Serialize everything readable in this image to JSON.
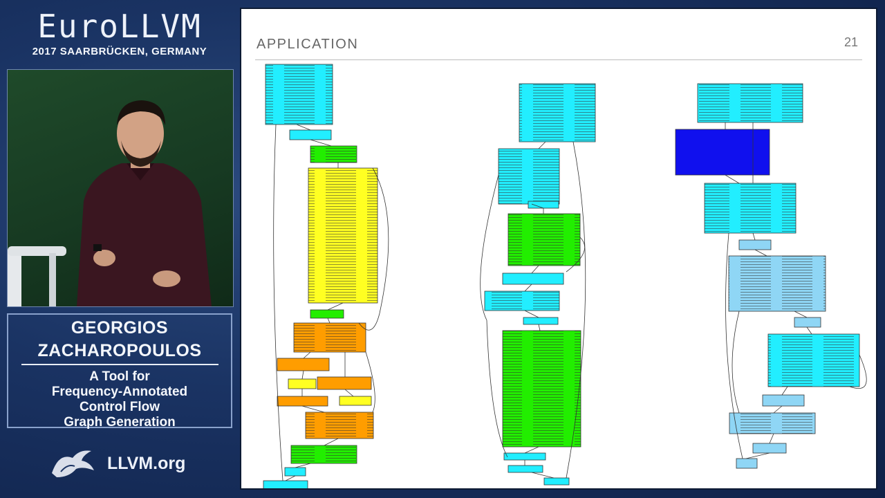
{
  "conference": {
    "logo_text": "EuroLLVM",
    "subtitle": "2017 SAARBRÜCKEN, GERMANY"
  },
  "talk": {
    "speaker_line1": "GEORGIOS",
    "speaker_line2": "ZACHAROPOULOS",
    "title_line1": "A Tool for",
    "title_line2": "Frequency-Annotated",
    "title_line3": "Control Flow",
    "title_line4": "Graph Generation"
  },
  "footer": {
    "site": "LLVM.org"
  },
  "slide": {
    "title": "APPLICATION",
    "page_number": "21"
  },
  "colors": {
    "background": "#1a3363",
    "cfg_cyan": "#22eeff",
    "cfg_green": "#22ee00",
    "cfg_yellow": "#ffff22",
    "cfg_orange": "#ff9d00",
    "cfg_blue": "#1010ee",
    "cfg_lightblue": "#8fd6f5"
  },
  "icons": {
    "footer_logo": "llvm-dragon-icon"
  }
}
